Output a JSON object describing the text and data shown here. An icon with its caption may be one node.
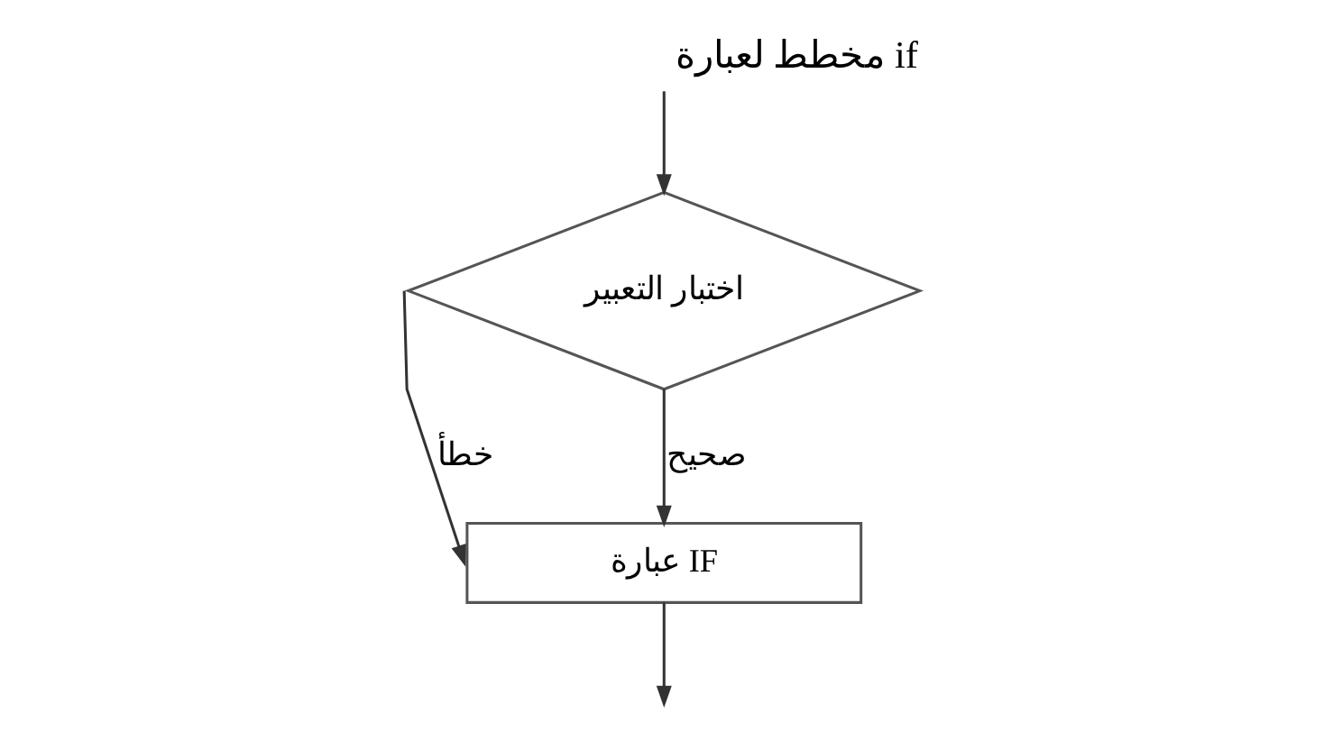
{
  "diagram": {
    "title": "مخطط لعبارة if",
    "nodes": [
      {
        "text": [
          "اختبار التعبير"
        ]
      },
      {
        "text": [
          "عبارة IF"
        ]
      }
    ],
    "edges": [
      {
        "from": null,
        "to": 0,
        "arrow": "to"
      },
      {
        "from": 0,
        "to": 1,
        "arrow": "to",
        "label": "خطأ"
      },
      {
        "from": 0,
        "to": 1,
        "arrow": "to",
        "label": "صحيح"
      },
      {
        "from": 1,
        "to": null,
        "arrow": "to"
      }
    ]
  }
}
